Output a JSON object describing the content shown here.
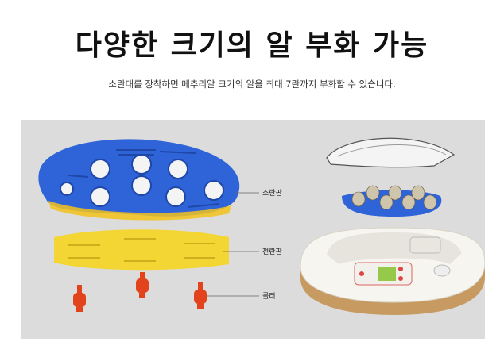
{
  "heading": {
    "title": "다양한 크기의 알 부화 가능",
    "subtitle": "소란대를 장착하면 메추리알 크기의 알을 최대 7란까지 부화할 수 있습니다."
  },
  "callouts": {
    "small_tray": "소란판",
    "transfer_plate": "전란판",
    "roller": "롤러"
  },
  "colors": {
    "tray_blue": "#2f63d8",
    "plate_yellow": "#f3d633",
    "roller_red": "#e2431d",
    "panel_bg": "#dcdcdc"
  }
}
